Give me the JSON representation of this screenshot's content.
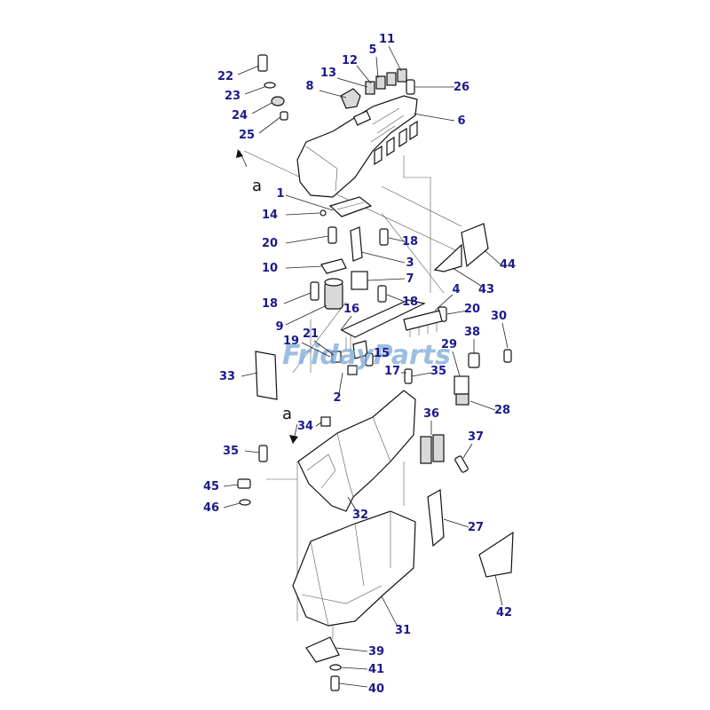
{
  "style": {
    "callout_color": "#1a1a8c",
    "line_color": "#111111",
    "watermark_color": "#7aa8d8"
  },
  "watermark": {
    "text": "FridayParts"
  },
  "view_markers": [
    "a",
    "a"
  ],
  "callouts": [
    "1",
    "2",
    "3",
    "4",
    "5",
    "6",
    "7",
    "8",
    "9",
    "10",
    "11",
    "12",
    "13",
    "14",
    "15",
    "16",
    "17",
    "18",
    "18",
    "18",
    "19",
    "20",
    "20",
    "21",
    "22",
    "23",
    "24",
    "25",
    "26",
    "27",
    "28",
    "29",
    "30",
    "31",
    "32",
    "33",
    "34",
    "35",
    "35",
    "36",
    "37",
    "38",
    "39",
    "40",
    "41",
    "42",
    "43",
    "44",
    "45",
    "46"
  ]
}
